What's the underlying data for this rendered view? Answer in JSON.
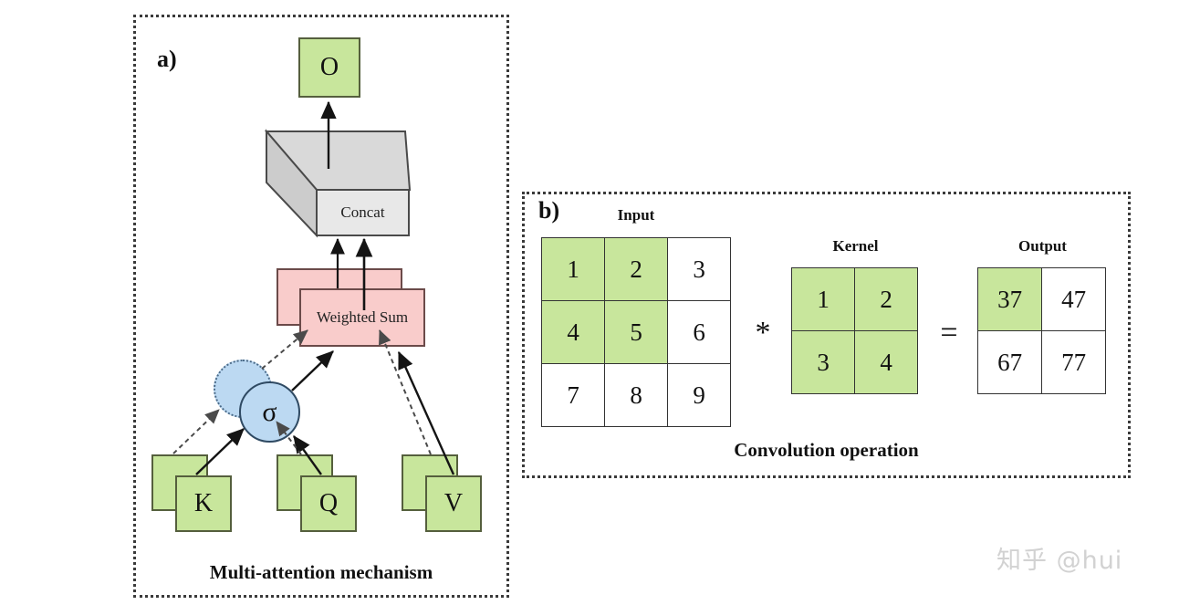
{
  "figure": {
    "watermark": "知乎 @hui"
  },
  "panel_a": {
    "tag": "a)",
    "caption": "Multi-attention mechanism",
    "output_box": {
      "label": "O"
    },
    "concat_box": {
      "label": "Concat"
    },
    "weighted_sum_box": {
      "label": "Weighted Sum"
    },
    "activation": {
      "label": "σ"
    },
    "inputs": [
      {
        "label": "K"
      },
      {
        "label": "Q"
      },
      {
        "label": "V"
      }
    ],
    "colors": {
      "green": "#c8e69c",
      "pink": "#f9cccb",
      "blue": "#bcd9f2",
      "grey": "#e8e8e8"
    }
  },
  "panel_b": {
    "tag": "b)",
    "caption": "Convolution operation",
    "input": {
      "label": "Input",
      "rows": [
        [
          "1",
          "2",
          "3"
        ],
        [
          "4",
          "5",
          "6"
        ],
        [
          "7",
          "8",
          "9"
        ]
      ],
      "highlighted": [
        [
          0,
          0
        ],
        [
          0,
          1
        ],
        [
          1,
          0
        ],
        [
          1,
          1
        ]
      ]
    },
    "conv_operator": "*",
    "kernel": {
      "label": "Kernel",
      "rows": [
        [
          "1",
          "2"
        ],
        [
          "3",
          "4"
        ]
      ],
      "highlighted": [
        [
          0,
          0
        ],
        [
          0,
          1
        ],
        [
          1,
          0
        ],
        [
          1,
          1
        ]
      ]
    },
    "equals_operator": "=",
    "output": {
      "label": "Output",
      "rows": [
        [
          "37",
          "47"
        ],
        [
          "67",
          "77"
        ]
      ],
      "highlighted": [
        [
          0,
          0
        ]
      ]
    }
  },
  "chart_data": {
    "type": "diagram",
    "title": "Multi-attention mechanism and convolution operation",
    "panels": [
      {
        "id": "a",
        "title": "Multi-attention mechanism",
        "nodes": [
          "K",
          "Q",
          "V",
          "σ",
          "Weighted Sum",
          "Concat",
          "O"
        ],
        "edges": [
          {
            "from": "K",
            "to": "σ"
          },
          {
            "from": "Q",
            "to": "σ"
          },
          {
            "from": "V",
            "to": "Weighted Sum"
          },
          {
            "from": "σ",
            "to": "Weighted Sum"
          },
          {
            "from": "Weighted Sum",
            "to": "Concat"
          },
          {
            "from": "Concat",
            "to": "O"
          }
        ]
      },
      {
        "id": "b",
        "title": "Convolution operation",
        "expression": "Input * Kernel = Output",
        "input": [
          [
            1,
            2,
            3
          ],
          [
            4,
            5,
            6
          ],
          [
            7,
            8,
            9
          ]
        ],
        "kernel": [
          [
            1,
            2
          ],
          [
            3,
            4
          ]
        ],
        "output": [
          [
            37,
            47
          ],
          [
            67,
            77
          ]
        ]
      }
    ]
  }
}
